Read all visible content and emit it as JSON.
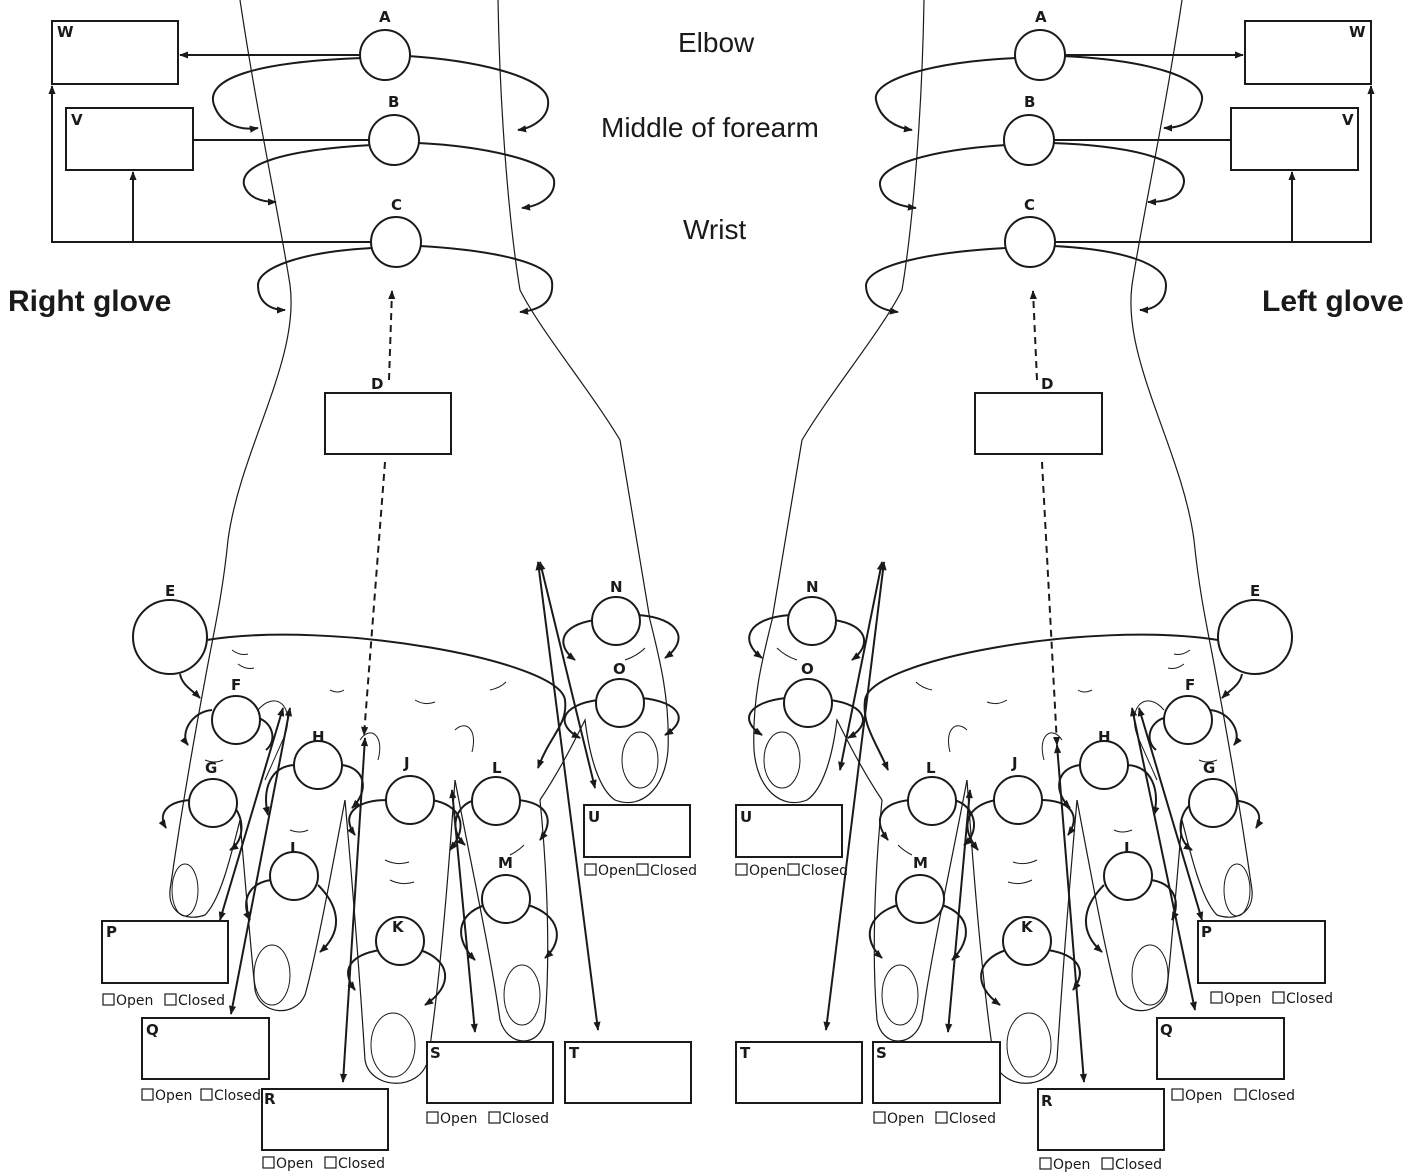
{
  "labels": {
    "elbow": "Elbow",
    "middle_of_forearm": "Middle of forearm",
    "wrist": "Wrist",
    "right_glove": "Right glove",
    "left_glove": "Left glove"
  },
  "checkbox": {
    "open": "Open",
    "closed": "Closed"
  },
  "right": {
    "node_labels": {
      "A": "A",
      "B": "B",
      "C": "C",
      "E": "E",
      "F": "F",
      "G": "G",
      "H": "H",
      "I": "I",
      "J": "J",
      "K": "K",
      "L": "L",
      "M": "M",
      "N": "N",
      "O": "O"
    },
    "box_labels": {
      "W": "W",
      "V": "V",
      "D": "D",
      "P": "P",
      "Q": "Q",
      "R": "R",
      "S": "S",
      "T": "T",
      "U": "U"
    }
  },
  "left": {
    "node_labels": {
      "A": "A",
      "B": "B",
      "C": "C",
      "E": "E",
      "F": "F",
      "G": "G",
      "H": "H",
      "I": "I",
      "J": "J",
      "K": "K",
      "L": "L",
      "M": "M",
      "N": "N",
      "O": "O"
    },
    "box_labels": {
      "W": "W",
      "V": "V",
      "D": "D",
      "P": "P",
      "Q": "Q",
      "R": "R",
      "S": "S",
      "T": "T",
      "U": "U"
    }
  },
  "colors": {
    "ink": "#1a1a1a",
    "background": "#ffffff"
  }
}
